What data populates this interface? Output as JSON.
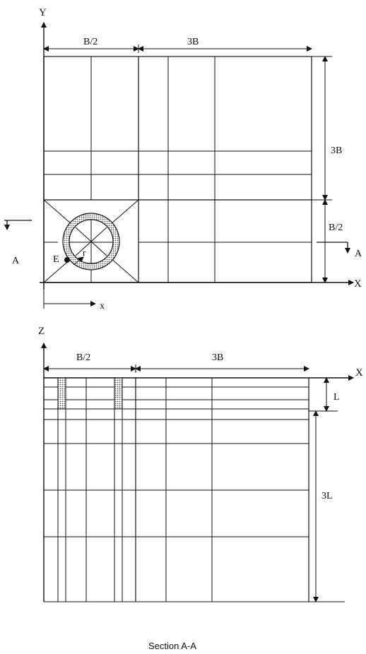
{
  "top_view": {
    "axis_y": "Y",
    "axis_x": "X",
    "local_x": "x",
    "dim_top_left": "B/2",
    "dim_top_right": "3B",
    "dim_right_upper": "3B",
    "dim_right_lower": "B/2",
    "section_mark_left": "A",
    "section_mark_right": "A",
    "point_label": "E",
    "radius_label": "r"
  },
  "bottom_view": {
    "axis_z": "Z",
    "axis_x": "X",
    "dim_top_left": "B/2",
    "dim_top_right": "3B",
    "dim_right_upper": "L",
    "dim_right_lower": "3L"
  },
  "caption": "Section A-A",
  "colors": {
    "line": "#111111",
    "hatch": "#888888"
  }
}
